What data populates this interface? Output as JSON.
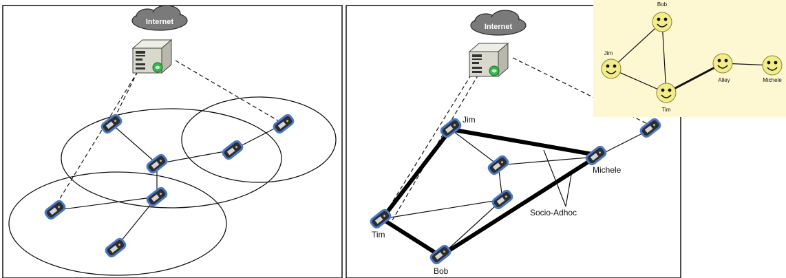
{
  "panels": {
    "left": {
      "cloud_label": "Internet"
    },
    "middle": {
      "cloud_label": "Internet",
      "node_labels": {
        "jim": "Jim",
        "michele": "Michele",
        "tim": "Tim",
        "bob": "Bob"
      },
      "annotation": "Socio-Adhoc"
    },
    "right": {
      "graph_labels": {
        "bob": "Bob",
        "jim": "Jim",
        "tim": "Tim",
        "alley": "Alley",
        "michele": "Michele"
      },
      "node_color": "#f2ec8a",
      "panel_color": "#fdf7d2"
    }
  },
  "colors": {
    "phone_outline": "#4a78c8",
    "server_body": "#d8d8cc",
    "server_badge": "#39b54a",
    "cloud": "#6e6e6e"
  },
  "icons": [
    "cloud-icon",
    "server-icon",
    "cellphone-icon",
    "smiley-face-icon"
  ]
}
